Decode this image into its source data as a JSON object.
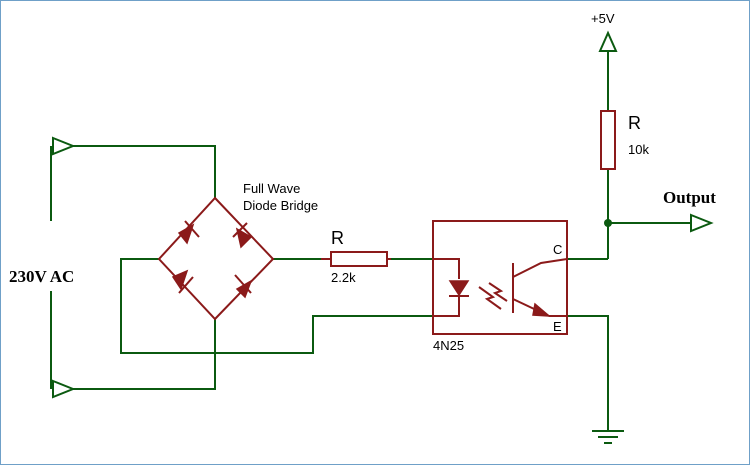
{
  "labels": {
    "vcc": "+5V",
    "r_pullup_name": "R",
    "r_pullup_value": "10k",
    "bridge_line1": "Full Wave",
    "bridge_line2": "Diode Bridge",
    "r_series_name": "R",
    "r_series_value": "2.2k",
    "ac_source": "230V AC",
    "output": "Output",
    "opto_part": "4N25",
    "pin_c": "C",
    "pin_e": "E"
  },
  "colors": {
    "wire": "#0b5a10",
    "component": "#8b1a1a",
    "border": "#6fa0c8"
  }
}
